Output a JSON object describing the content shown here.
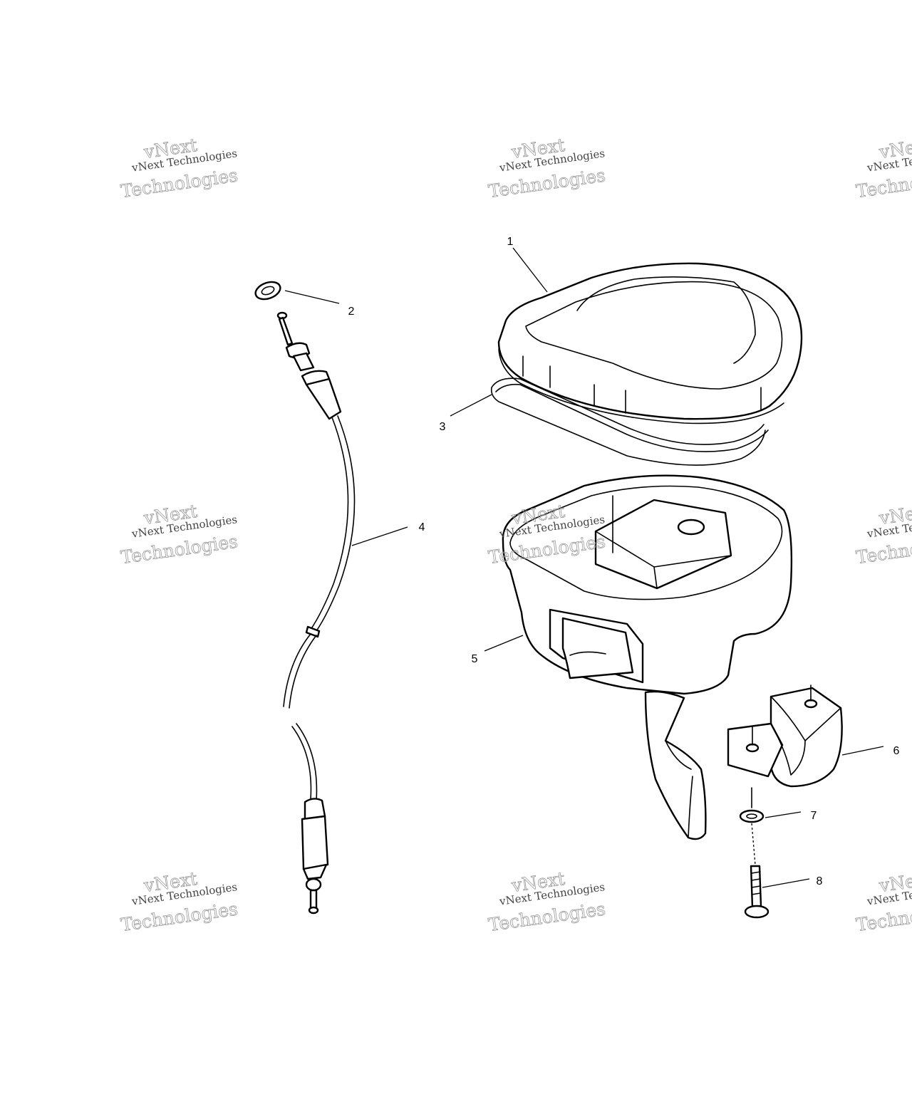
{
  "diagram": {
    "callouts": [
      "1",
      "2",
      "3",
      "4",
      "5",
      "6",
      "7",
      "8"
    ],
    "watermark": {
      "line_top": "vNext",
      "line_middle": "vNext Technologies",
      "line_bottom": "Technologies"
    }
  }
}
